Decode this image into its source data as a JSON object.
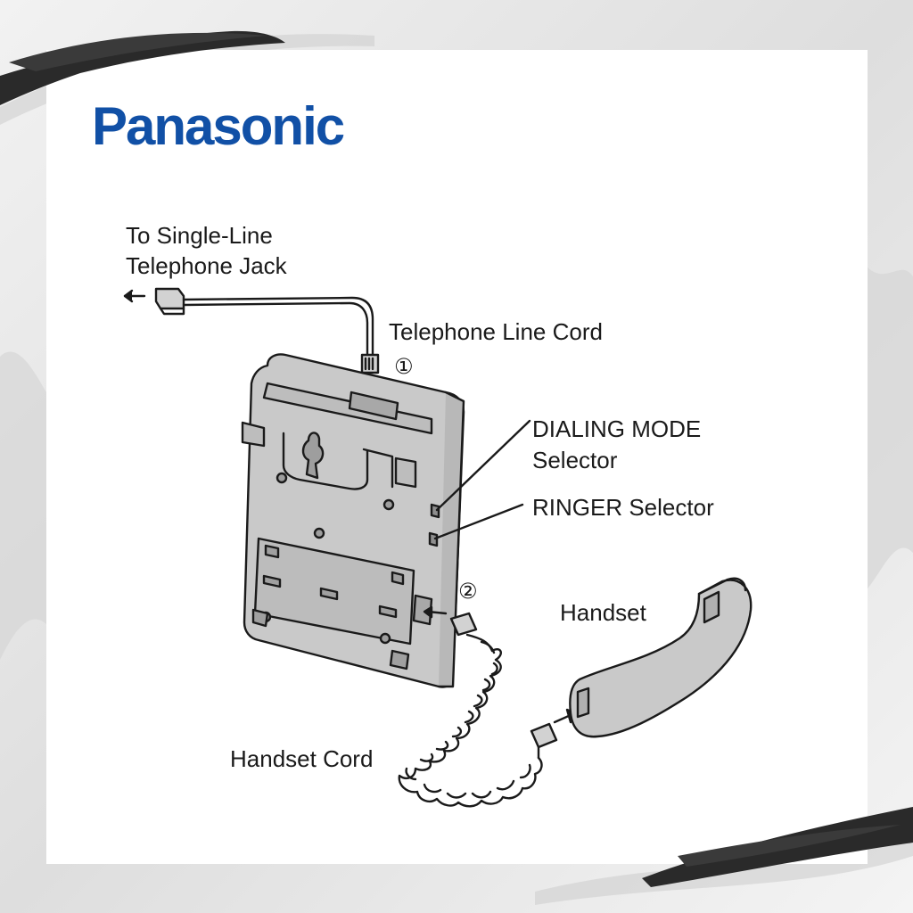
{
  "brand": {
    "name": "Panasonic",
    "color": "#1150a6"
  },
  "labels": {
    "jack_line1": "To Single-Line",
    "jack_line2": "Telephone Jack",
    "line_cord": "Telephone Line Cord",
    "dialing_line1": "DIALING MODE",
    "dialing_line2": "Selector",
    "ringer": "RINGER Selector",
    "handset": "Handset",
    "handset_cord": "Handset Cord",
    "step1": "①",
    "step2": "②"
  },
  "colors": {
    "line": "#1a1a1a",
    "body_fill": "#c9c9c9",
    "card": "#ffffff"
  }
}
